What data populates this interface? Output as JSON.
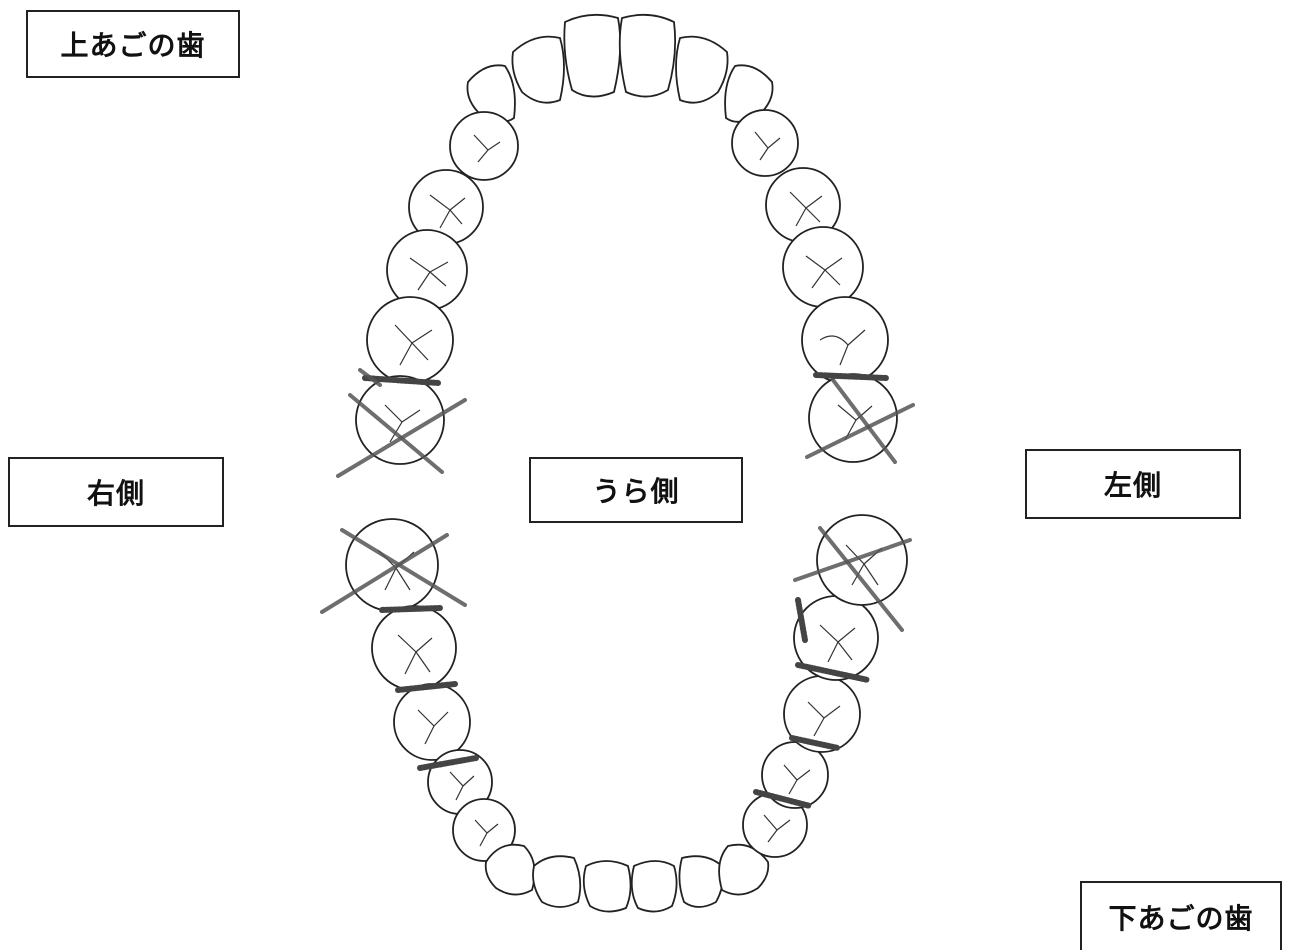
{
  "labels": {
    "upper_jaw": "上あごの歯",
    "right_side": "右側",
    "inner_side": "うら側",
    "left_side": "左側",
    "lower_jaw": "下あごの歯"
  },
  "markings": {
    "upper_teeth_crossed_out": 2,
    "lower_teeth_crossed_out": 2
  }
}
